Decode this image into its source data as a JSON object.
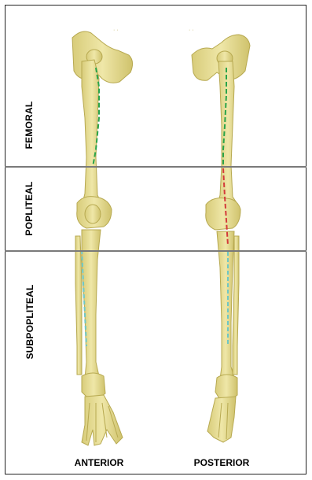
{
  "regions": {
    "femoral": "FEMORAL",
    "popliteal": "POPLITEAL",
    "subpopliteal": "SUBPOPLITEAL"
  },
  "views": {
    "anterior": "ANTERIOR",
    "posterior": "POSTERIOR"
  },
  "colors": {
    "bone_fill": "#e6dc8e",
    "bone_stroke": "#b7a950",
    "femoral_artery": "#2aa44a",
    "popliteal_artery": "#d43a3a",
    "tibial_artery": "#6fc7c4",
    "divider": "#7a7a7a"
  }
}
